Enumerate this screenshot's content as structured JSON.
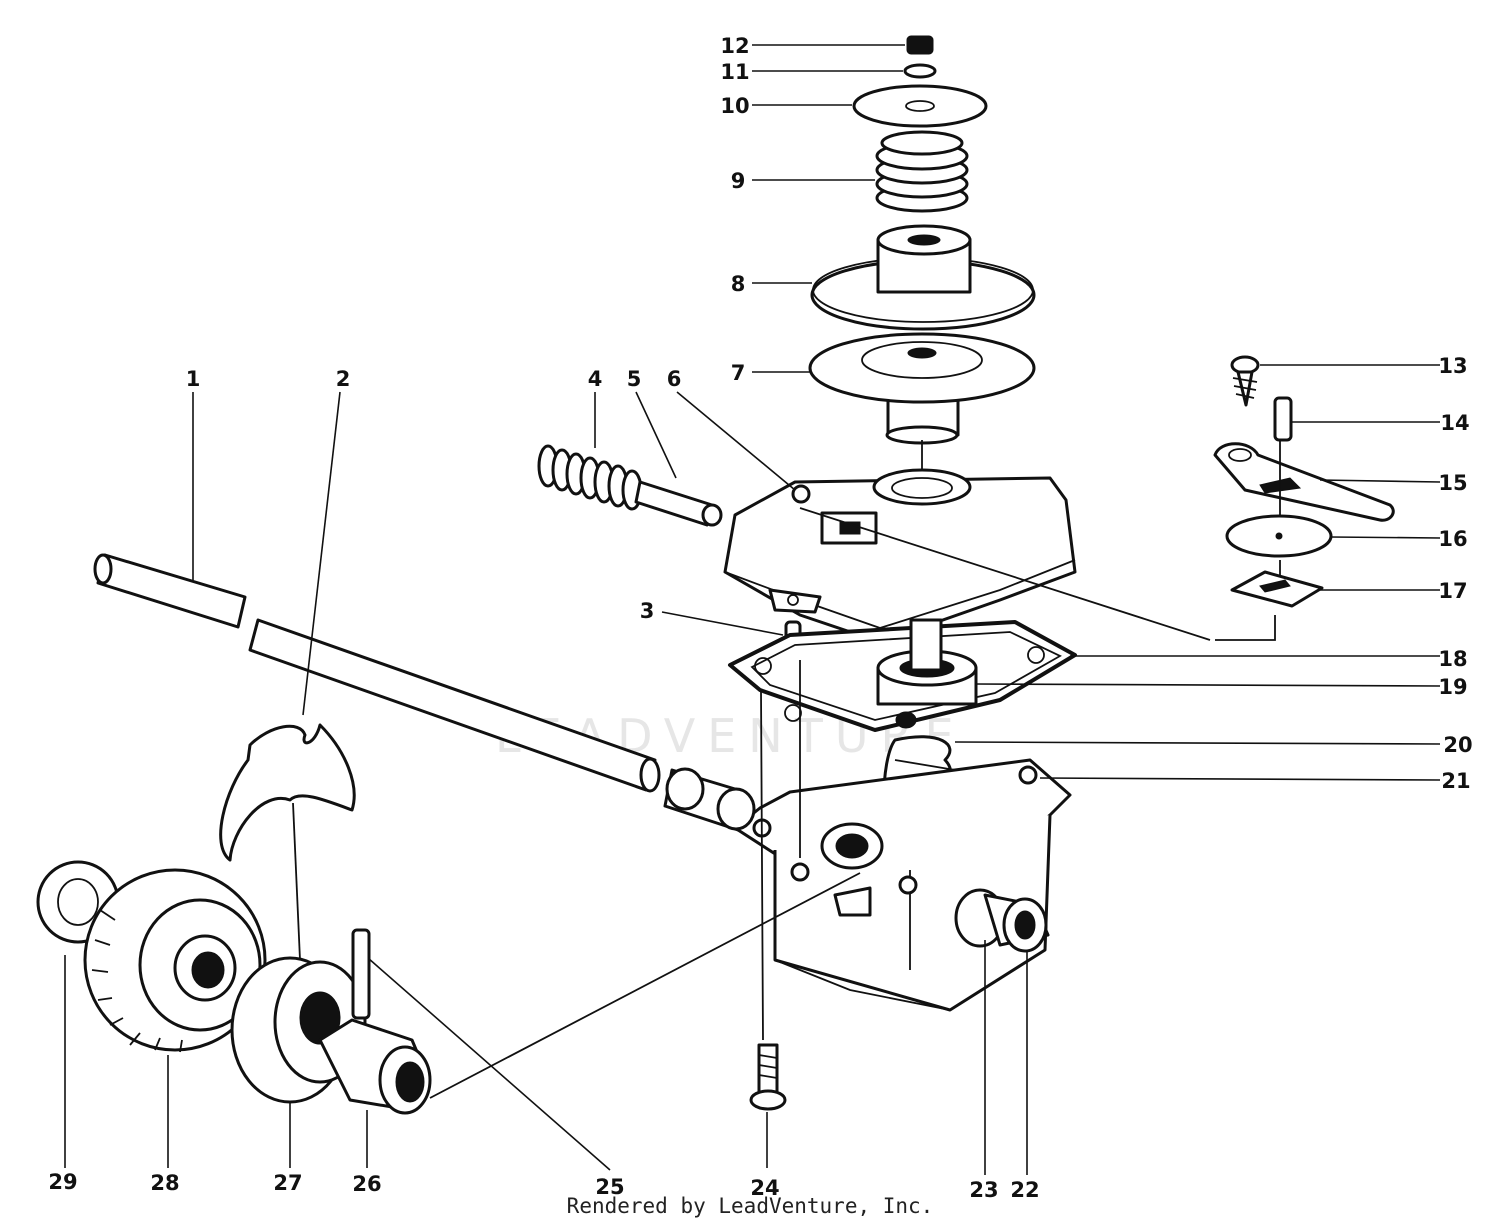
{
  "watermark": "LEADVENTURE",
  "footer": "Rendered by LeadVenture, Inc.",
  "callouts": [
    "1",
    "2",
    "3",
    "4",
    "5",
    "6",
    "7",
    "8",
    "9",
    "10",
    "11",
    "12",
    "13",
    "14",
    "15",
    "16",
    "17",
    "18",
    "19",
    "20",
    "21",
    "22",
    "23",
    "24",
    "25",
    "26",
    "27",
    "28",
    "29"
  ]
}
